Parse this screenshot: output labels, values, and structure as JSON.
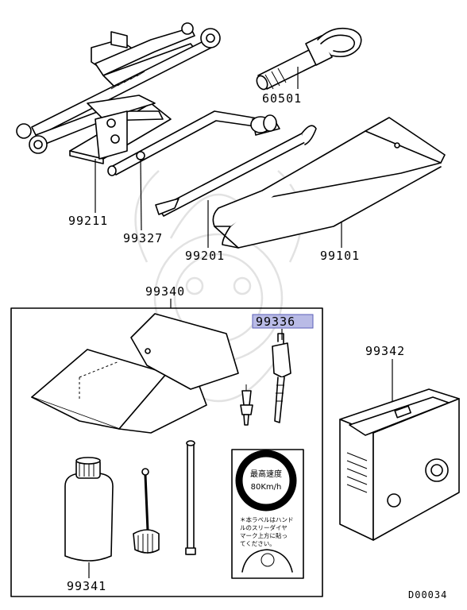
{
  "parts": {
    "jack": "99211",
    "jack_handle": "99327",
    "jack_bar": "99201",
    "tool_bag": "99101",
    "tow_hook": "60501",
    "repair_kit": "99340",
    "valve_tool": "99336",
    "sealant_bottle": "99341",
    "compressor": "99342"
  },
  "sticker": {
    "speed_title": "最高速度",
    "speed_value": "80Km/h",
    "note_line1": "＊本ラベルはハンド",
    "note_line2": "ルのスリーダイヤ",
    "note_line3": "マーク上方に貼っ",
    "note_line4": "てください。"
  },
  "diagram_code": "D00034",
  "colors": {
    "highlight": "#b9bbe6",
    "highlight_border": "#5b5fb8",
    "watermark": "#e2e2e2"
  }
}
